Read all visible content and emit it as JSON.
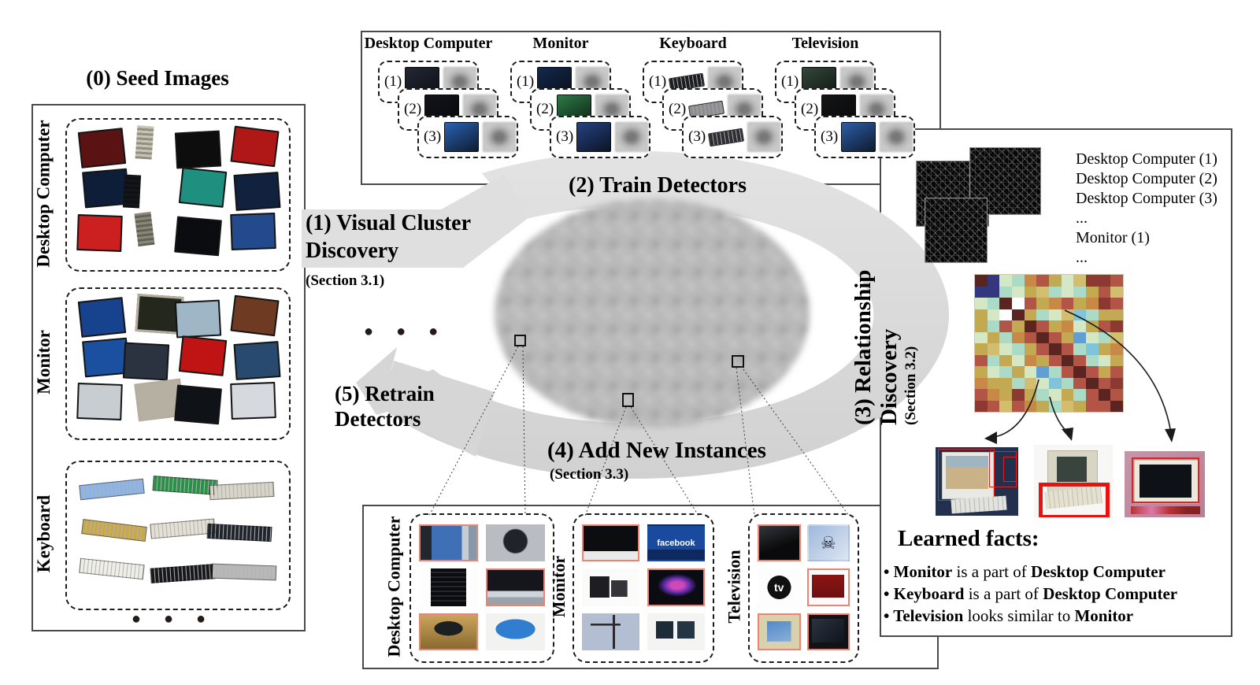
{
  "seed": {
    "title": "(0) Seed Images",
    "ellipsis": "● ● ●",
    "groups": [
      {
        "label": "Desktop Computer",
        "thumbs": [
          {
            "k": "mon",
            "c": "#5a1212"
          },
          {
            "k": "twr",
            "c": "#c9c4b4"
          },
          {
            "k": "mon",
            "c": "#0d0d0d"
          },
          {
            "k": "mon",
            "c": "#b01818"
          },
          {
            "k": "mon",
            "c": "#0e1e38"
          },
          {
            "k": "twr",
            "c": "#15161a"
          },
          {
            "k": "mon",
            "c": "#1f8f7f"
          },
          {
            "k": "mon",
            "c": "#10223e"
          },
          {
            "k": "mon",
            "c": "#cc2020"
          },
          {
            "k": "twr",
            "c": "#8a8878"
          },
          {
            "k": "mon",
            "c": "#0a0c10"
          },
          {
            "k": "mon",
            "c": "#234a8c"
          }
        ]
      },
      {
        "label": "Monitor",
        "thumbs": [
          {
            "k": "mon",
            "c": "#16428e"
          },
          {
            "k": "crt",
            "c": "#24281c"
          },
          {
            "k": "mon",
            "c": "#9fb6c6"
          },
          {
            "k": "mon",
            "c": "#6e3a22"
          },
          {
            "k": "mon",
            "c": "#1b50a0"
          },
          {
            "k": "mon",
            "c": "#2b3340"
          },
          {
            "k": "mon",
            "c": "#c01414"
          },
          {
            "k": "mon",
            "c": "#274a6e"
          },
          {
            "k": "mon",
            "c": "#c8cdd2"
          },
          {
            "k": "crt",
            "c": "#b6b0a2"
          },
          {
            "k": "mon",
            "c": "#0f1216"
          },
          {
            "k": "mon",
            "c": "#d6dade"
          }
        ]
      },
      {
        "label": "Keyboard",
        "thumbs": [
          {
            "k": "kb",
            "c": "#8ab4e8"
          },
          {
            "k": "kb",
            "c": "#2a9048"
          },
          {
            "k": "kb",
            "c": "#d8d4c8"
          },
          {
            "k": "kb",
            "c": "#c8a84a"
          },
          {
            "k": "kb",
            "c": "#e4e0d4"
          },
          {
            "k": "kb",
            "c": "#20242c"
          },
          {
            "k": "kb",
            "c": "#efefe8"
          },
          {
            "k": "kb",
            "c": "#16181c"
          },
          {
            "k": "kb",
            "c": "#b8b8b8"
          }
        ]
      }
    ]
  },
  "clusters": {
    "columns": [
      {
        "label": "Desktop Computer",
        "kind": "desktop",
        "boxes": [
          {
            "label": "(1)",
            "color": "#232834"
          },
          {
            "label": "(2)",
            "color": "#131419"
          },
          {
            "label": "(3)",
            "color": "#2a62b2"
          }
        ]
      },
      {
        "label": "Monitor",
        "kind": "monitor",
        "boxes": [
          {
            "label": "(1)",
            "color": "#13294d"
          },
          {
            "label": "(2)",
            "color": "#2e7a44"
          },
          {
            "label": "(3)",
            "color": "#25427f"
          }
        ]
      },
      {
        "label": "Keyboard",
        "kind": "keyboard",
        "boxes": [
          {
            "label": "(1)",
            "color": "#1d1e24"
          },
          {
            "label": "(2)",
            "color": "#8e8e92"
          },
          {
            "label": "(3)",
            "color": "#2d2d34"
          }
        ]
      },
      {
        "label": "Television",
        "kind": "tv",
        "boxes": [
          {
            "label": "(1)",
            "color": "#33483a"
          },
          {
            "label": "(2)",
            "color": "#151515"
          },
          {
            "label": "(3)",
            "color": "#2d5ea8"
          }
        ]
      }
    ]
  },
  "steps": {
    "s1_line1": "(1) Visual Cluster",
    "s1_line2": "Discovery",
    "s1_sec": "(Section 3.1)",
    "s2": "(2) Train Detectors",
    "s3_line1": "(3) Relationship",
    "s3_line2": "Discovery",
    "s3_sec": "(Section 3.2)",
    "s4": "(4) Add New Instances",
    "s4_sec": "(Section 3.3)",
    "s5_line1": "(5) Retrain",
    "s5_line2": "Detectors",
    "dots": "● ● ●"
  },
  "right": {
    "hog_list": [
      "Desktop Computer (1)",
      "Desktop Computer (2)",
      "Desktop Computer (3)",
      "...",
      "Monitor (1)",
      "..."
    ],
    "matrix": {
      "palette": {
        "M": "#5a2420",
        "B": "#34367e",
        "R": "#b25547",
        "D": "#8c3a31",
        "O": "#c78945",
        "K": "#c3aa52",
        "L": "#d3bd6e",
        "G": "#d5e8c6",
        "T": "#abdbc6",
        "C": "#7fc4d8",
        "U": "#5f9fd4",
        "W": "#ffffff",
        "E": "#e6dfbc"
      },
      "rows": [
        "MBGTORKGLDDR",
        "BBTGKLTGTKRL",
        "GTMWRKORKODR",
        "KGWMKTGLCTKK",
        "KTRKMRKOGKRD",
        "GKTORMRKUGTL",
        "KLGTKRMRTCKO",
        "RTKGOKRMRTGK",
        "KGTKGUTRMRKR",
        "OKKTLGCTRMRD",
        "ROKDKTGKTRMR",
        "DRLROKTLKRRM"
      ]
    },
    "facts_title": "Learned facts:",
    "facts_bullet": "•",
    "facts": [
      [
        {
          "t": "Monitor",
          "b": 1
        },
        {
          "t": " is a part of ",
          "b": 0
        },
        {
          "t": "Desktop Computer",
          "b": 1
        }
      ],
      [
        {
          "t": "Keyboard",
          "b": 1
        },
        {
          "t": " is a part of ",
          "b": 0
        },
        {
          "t": "Desktop Computer",
          "b": 1
        }
      ],
      [
        {
          "t": "Television",
          "b": 1
        },
        {
          "t": " looks similar to ",
          "b": 0
        },
        {
          "t": "Monitor",
          "b": 1
        }
      ]
    ]
  },
  "instances": {
    "boxes": [
      {
        "label": "Desktop Computer",
        "cells": [
          {
            "kind": "desktop_setup",
            "red": true
          },
          {
            "kind": "crt_gray",
            "red": false
          },
          {
            "kind": "tower_black",
            "red": false
          },
          {
            "kind": "monitor_kb",
            "red": true
          },
          {
            "kind": "retro",
            "red": true
          },
          {
            "kind": "imac_blue",
            "red": false
          }
        ]
      },
      {
        "label": "Monitor",
        "cells": [
          {
            "kind": "monitor_black",
            "red": true
          },
          {
            "kind": "facebook",
            "red": false,
            "text": "facebook"
          },
          {
            "kind": "panels2",
            "red": false
          },
          {
            "kind": "asus",
            "red": true
          },
          {
            "kind": "pole",
            "red": false
          },
          {
            "kind": "headrests",
            "red": false
          }
        ]
      },
      {
        "label": "Television",
        "cells": [
          {
            "kind": "tv_black",
            "red": true
          },
          {
            "kind": "pirate_key",
            "red": false,
            "text": "☠"
          },
          {
            "kind": "apple_tv",
            "red": false,
            "text": "tv"
          },
          {
            "kind": "red_tv",
            "red": true
          },
          {
            "kind": "beige_tv",
            "red": true
          },
          {
            "kind": "flat_tv",
            "red": true
          }
        ]
      }
    ]
  },
  "colors": {
    "loop_gray": "#dadada",
    "detection_red": "#e42020",
    "accepted_border": "#ef8372"
  }
}
